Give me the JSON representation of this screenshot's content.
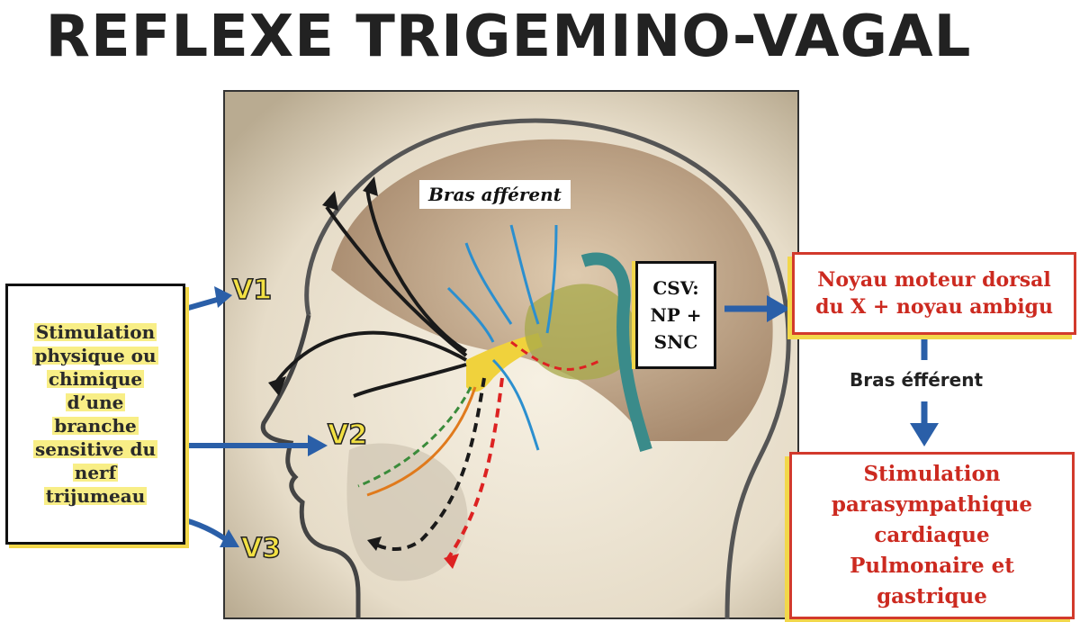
{
  "title": "REFLEXE TRIGEMINO-VAGAL",
  "stimulus": {
    "lines": [
      "Stimulation",
      "physique ou",
      "chimique",
      "d’une",
      "branche",
      "sensitive du",
      "nerf",
      "trijumeau"
    ]
  },
  "branches": {
    "v1": "V1",
    "v2": "V2",
    "v3": "V3"
  },
  "afferent_label": "Bras afférent",
  "csv_box": {
    "lines": [
      "CSV:",
      "NP +",
      "SNC"
    ]
  },
  "noyau_box": {
    "lines": [
      "Noyau moteur dorsal",
      "du X + noyau ambigu"
    ]
  },
  "efferent_label": "Bras éfférent",
  "result_box": {
    "lines": [
      "Stimulation",
      "parasympathique",
      "cardiaque",
      "Pulmonaire et",
      "gastrique"
    ]
  },
  "colors": {
    "arrow_blue": "#2a5fa8",
    "highlight_yellow": "#f2d74a",
    "box_red": "#d23a2c",
    "text_red": "#cc2a20",
    "nerve_blue": "#2b8fcf",
    "nerve_yellow": "#f0d23c"
  }
}
